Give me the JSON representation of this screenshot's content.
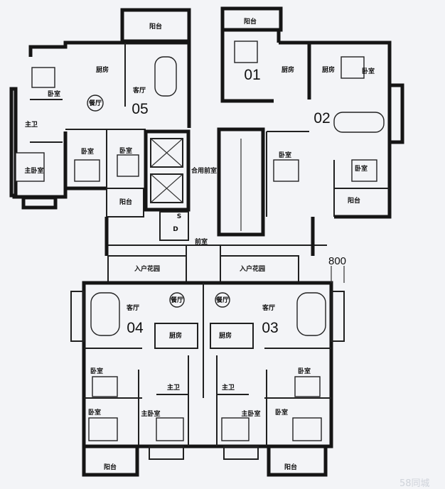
{
  "units": {
    "u01": {
      "number": "01",
      "balcony": "阳台",
      "kitchen": "厨房"
    },
    "u02": {
      "number": "02",
      "kitchen": "厨房",
      "bedroom_a": "卧室",
      "bedroom_b": "卧室",
      "bedroom_c": "卧室",
      "balcony": "阳台"
    },
    "u03": {
      "number": "03",
      "living": "客厅",
      "dining": "餐厅",
      "kitchen": "厨房",
      "master_bath": "主卫",
      "bedroom_a": "卧室",
      "bedroom_b": "卧室",
      "master_bedroom": "主卧室",
      "balcony": "阳台"
    },
    "u04": {
      "number": "04",
      "living": "客厅",
      "dining": "餐厅",
      "kitchen": "厨房",
      "master_bath": "主卫",
      "bedroom_a": "卧室",
      "bedroom_b": "卧室",
      "master_bedroom": "主卧室",
      "balcony": "阳台"
    },
    "u05": {
      "number": "05",
      "living": "客厅",
      "dining": "餐厅",
      "kitchen": "厨房",
      "master_bath": "主卫",
      "bedroom_a": "卧室",
      "bedroom_b": "卧室",
      "bedroom_c": "卧室",
      "master_bedroom": "主卧室",
      "balcony_top": "阳台",
      "balcony_bottom": "阳台"
    }
  },
  "core": {
    "shared_lobby": "合用前室",
    "anteroom": "前室",
    "entry_garden_left": "入户花园",
    "entry_garden_right": "入户花园",
    "shaft_s": "S",
    "shaft_d": "D"
  },
  "dimension": "800",
  "watermark": "58同城"
}
